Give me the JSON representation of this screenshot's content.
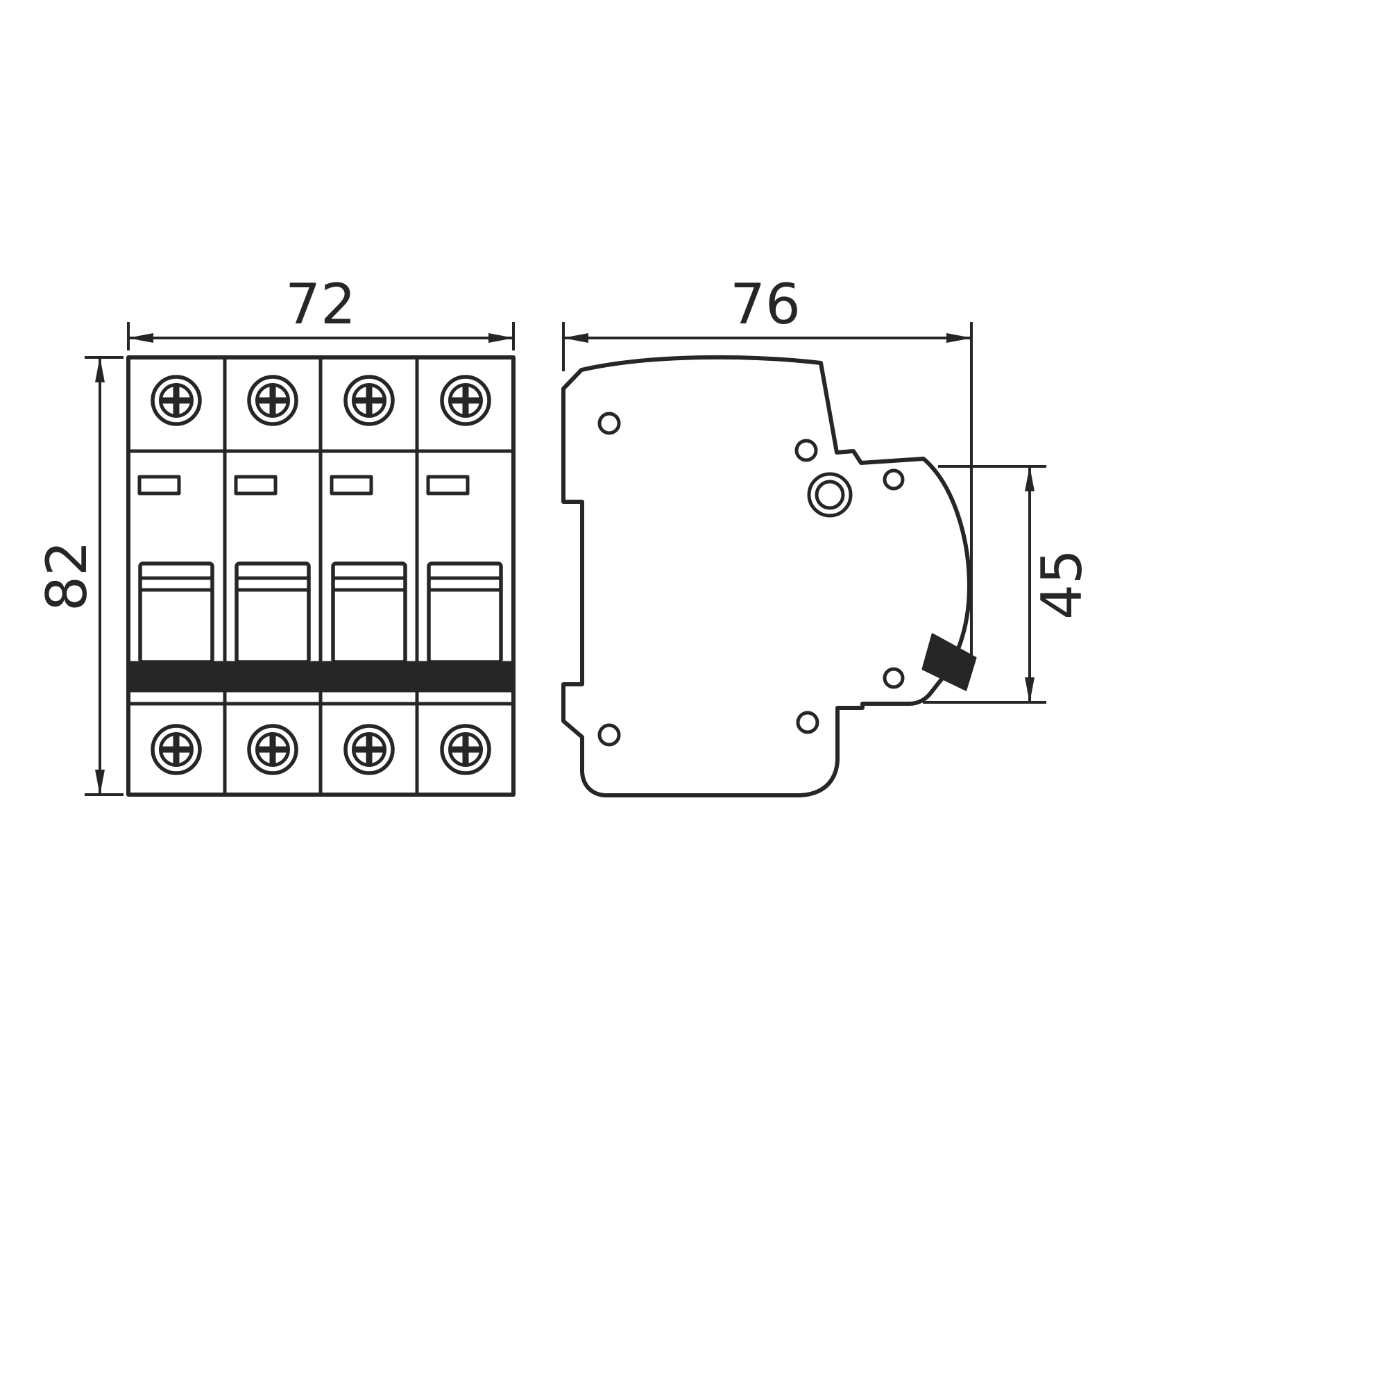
{
  "front_view": {
    "width_label": "72",
    "height_label": "82"
  },
  "side_view": {
    "width_label": "76",
    "handle_height_label": "45"
  },
  "colors": {
    "line": "#262626",
    "background": "#ffffff",
    "lever_fill": "#262626",
    "band_fill": "#262626"
  }
}
